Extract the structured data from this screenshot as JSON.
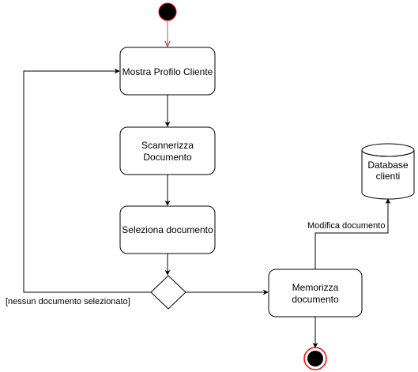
{
  "nodes": {
    "mostra_profilo": {
      "label": "Mostra Profilo Cliente"
    },
    "scannerizza": {
      "label_lines": [
        "Scannerizza",
        "Documento"
      ]
    },
    "seleziona": {
      "label": "Seleziona documento"
    },
    "memorizza": {
      "label_lines": [
        "Memorizza",
        "documento"
      ]
    },
    "database": {
      "label_lines": [
        "Database",
        "clienti"
      ]
    }
  },
  "edges": {
    "guard_nessun_documento": "[nessun documento selezionato]",
    "modifica_documento": "Modifica documento"
  },
  "colors": {
    "stroke": "#000000",
    "start_end_fill": "#000000",
    "start_end_outline": "#ff0000",
    "start_arrow": "#b85450",
    "node_fill": "#ffffff"
  }
}
